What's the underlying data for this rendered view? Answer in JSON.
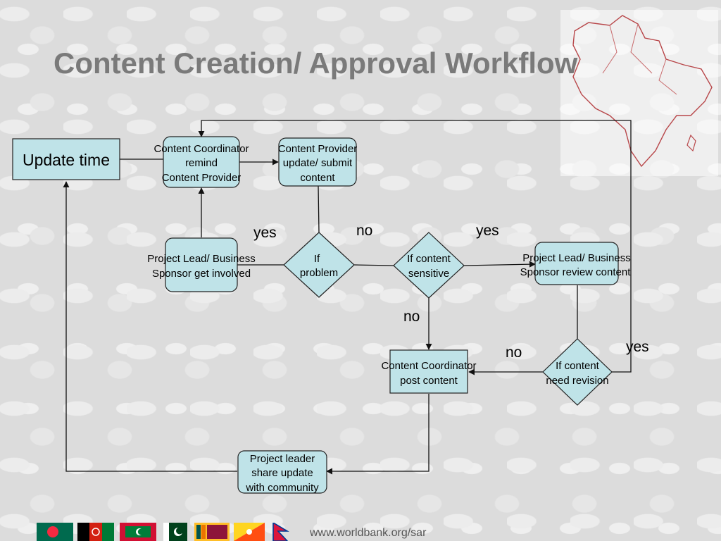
{
  "title": "Content Creation/ Approval Workflow",
  "nodes": {
    "update_time": "Update time",
    "cc_remind": [
      "Content Coordinator",
      "remind",
      "Content Provider"
    ],
    "cp_update": [
      "Content Provider",
      "update/ submit",
      "content"
    ],
    "pl_involved": [
      "Project Lead/ Business",
      "Sponsor get involved"
    ],
    "if_problem": [
      "If",
      "problem"
    ],
    "if_sensitive": [
      "If content",
      "sensitive"
    ],
    "pl_review": [
      "Project Lead/ Business",
      "Sponsor review  content"
    ],
    "cc_post": [
      "Content Coordinator",
      "post content"
    ],
    "if_revision": [
      "If content",
      "need revision"
    ],
    "pl_share": [
      "Project leader",
      "share update",
      "with community"
    ]
  },
  "edge_labels": {
    "problem_yes": "yes",
    "problem_no": "no",
    "sensitive_yes": "yes",
    "sensitive_no": "no",
    "revision_no": "no",
    "revision_yes": "yes"
  },
  "footer": {
    "url": "www.worldbank.org/sar"
  },
  "flags": [
    "bangladesh-flag",
    "afghanistan-flag",
    "maldives-flag",
    "pakistan-flag",
    "sri-lanka-flag",
    "bhutan-flag",
    "nepal-flag"
  ]
}
